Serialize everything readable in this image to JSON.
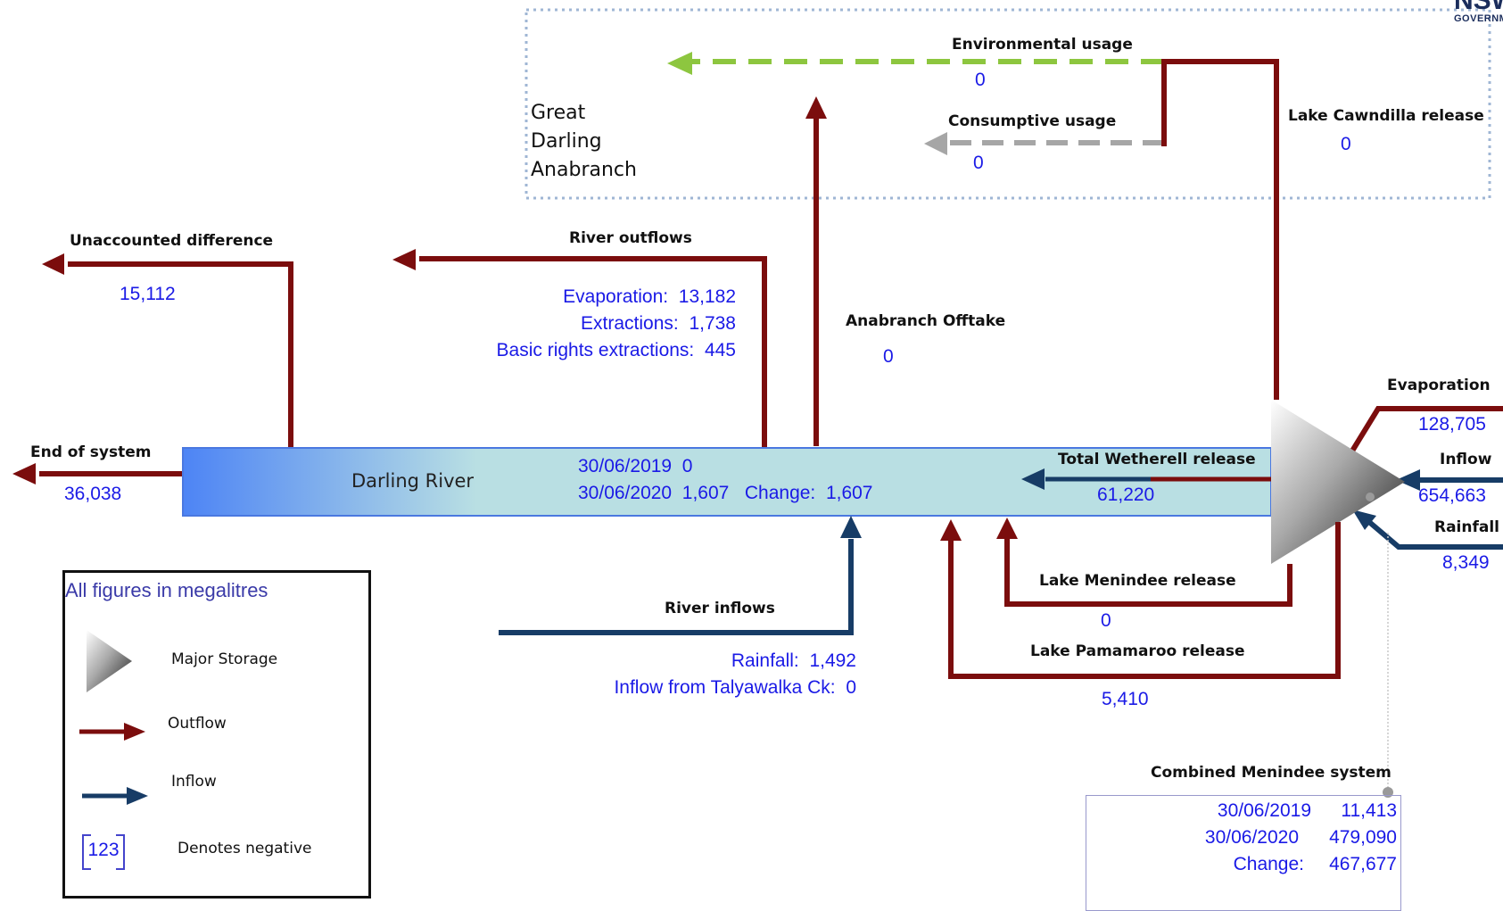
{
  "logo": {
    "text_lines": [
      "NSW",
      "GOVERNMENT"
    ]
  },
  "region": {
    "lines": [
      "Great",
      "Darling",
      "Anabranch"
    ]
  },
  "environmental_usage": {
    "label": "Environmental usage",
    "value": "0"
  },
  "consumptive_usage": {
    "label": "Consumptive usage",
    "value": "0"
  },
  "lake_cawndilla_release": {
    "label": "Lake Cawndilla release",
    "value": "0"
  },
  "unaccounted_difference": {
    "label": "Unaccounted difference",
    "value": "15,112"
  },
  "river_outflows": {
    "label": "River outflows",
    "items": [
      {
        "name": "Evaporation:",
        "value": "13,182"
      },
      {
        "name": "Extractions:",
        "value": "1,738"
      },
      {
        "name": "Basic rights extractions:",
        "value": "445"
      }
    ]
  },
  "anabranch_offtake": {
    "label": "Anabranch Offtake",
    "value": "0"
  },
  "end_of_system": {
    "label": "End of system",
    "value": "36,038"
  },
  "darling_river": {
    "label": "Darling River",
    "line1": {
      "date": "30/06/2019",
      "value": "0"
    },
    "line2": {
      "date": "30/06/2020",
      "value": "1,607",
      "change_label": "Change:",
      "change_value": "1,607"
    }
  },
  "total_wetherell_release": {
    "label": "Total Wetherell release",
    "value": "61,220"
  },
  "storage_evaporation": {
    "label": "Evaporation",
    "value": "128,705"
  },
  "storage_inflow": {
    "label": "Inflow",
    "value": "654,663"
  },
  "storage_rainfall": {
    "label": "Rainfall",
    "value": "8,349"
  },
  "river_inflows": {
    "label": "River inflows",
    "items": [
      {
        "name": "Rainfall:",
        "value": "1,492"
      },
      {
        "name": "Inflow from Talyawalka Ck:",
        "value": "0"
      }
    ]
  },
  "lake_menindee_release": {
    "label": "Lake Menindee release",
    "value": "0"
  },
  "lake_pamamaroo_release": {
    "label": "Lake Pamamaroo release",
    "value": "5,410"
  },
  "combined_menindee": {
    "label": "Combined Menindee system",
    "rows": [
      {
        "k": "30/06/2019",
        "v": "11,413"
      },
      {
        "k": "30/06/2020",
        "v": "479,090"
      },
      {
        "k": "Change:",
        "v": "467,677"
      }
    ]
  },
  "legend": {
    "title": "All figures in megalitres",
    "major_storage": "Major Storage",
    "outflow": "Outflow",
    "inflow": "Inflow",
    "negative_sample": "123",
    "denotes_negative": "Denotes negative"
  },
  "colors": {
    "outflow": "#7b0d0d",
    "inflow": "#173c66",
    "environmental": "#8dc63f",
    "consumptive": "#a6a6a6",
    "value_text": "#1a1ae6",
    "river_fill_start": "#4d84f5",
    "river_fill_end": "#b9dfe3",
    "region_border": "#9fb6d4"
  }
}
